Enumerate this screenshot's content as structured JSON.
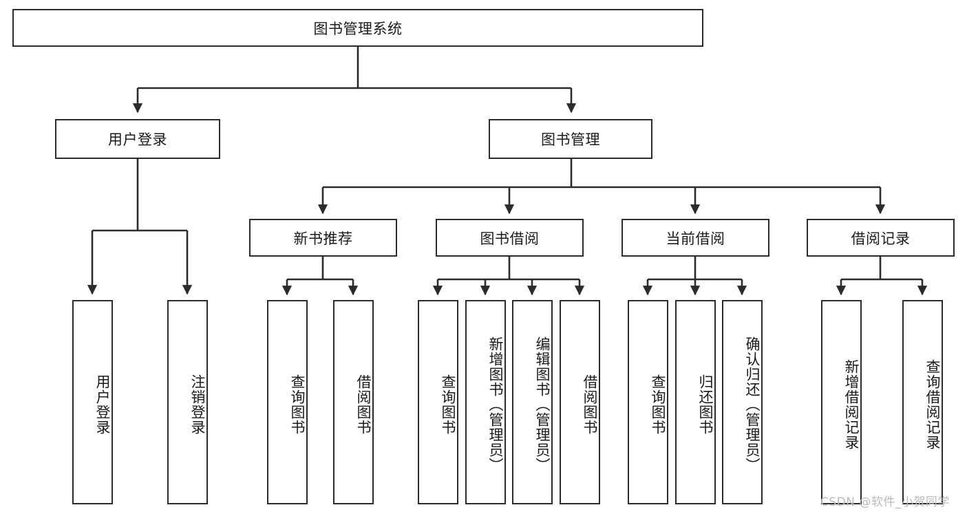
{
  "diagram": {
    "title": "图书管理系统",
    "type": "tree",
    "watermark": "CSDN @软件_小贺同学",
    "colors": {
      "node_border": "#2b2b2b",
      "node_fill": "#ffffff",
      "edge": "#2b2b2b",
      "text": "#1a1a1a",
      "watermark": "#b9b9b9"
    },
    "levels": {
      "root": {
        "label": "图书管理系统"
      },
      "level2": [
        {
          "label": "用户登录"
        },
        {
          "label": "图书管理"
        }
      ],
      "level3": [
        {
          "label": "新书推荐"
        },
        {
          "label": "图书借阅"
        },
        {
          "label": "当前借阅"
        },
        {
          "label": "借阅记录"
        }
      ],
      "leaves": {
        "user_login": [
          {
            "label": "用户登录"
          },
          {
            "label": "注销登录"
          }
        ],
        "new_book_recommend": [
          {
            "label": "查询图书"
          },
          {
            "label": "借阅图书"
          }
        ],
        "book_borrow": [
          {
            "label": "查询图书"
          },
          {
            "label": "新增图书（管理员）"
          },
          {
            "label": "编辑图书（管理员）"
          },
          {
            "label": "借阅图书"
          }
        ],
        "current_borrow": [
          {
            "label": "查询图书"
          },
          {
            "label": "归还图书"
          },
          {
            "label": "确认归还（管理员）"
          }
        ],
        "borrow_record": [
          {
            "label": "新增借阅记录"
          },
          {
            "label": "查询借阅记录"
          }
        ]
      }
    }
  }
}
